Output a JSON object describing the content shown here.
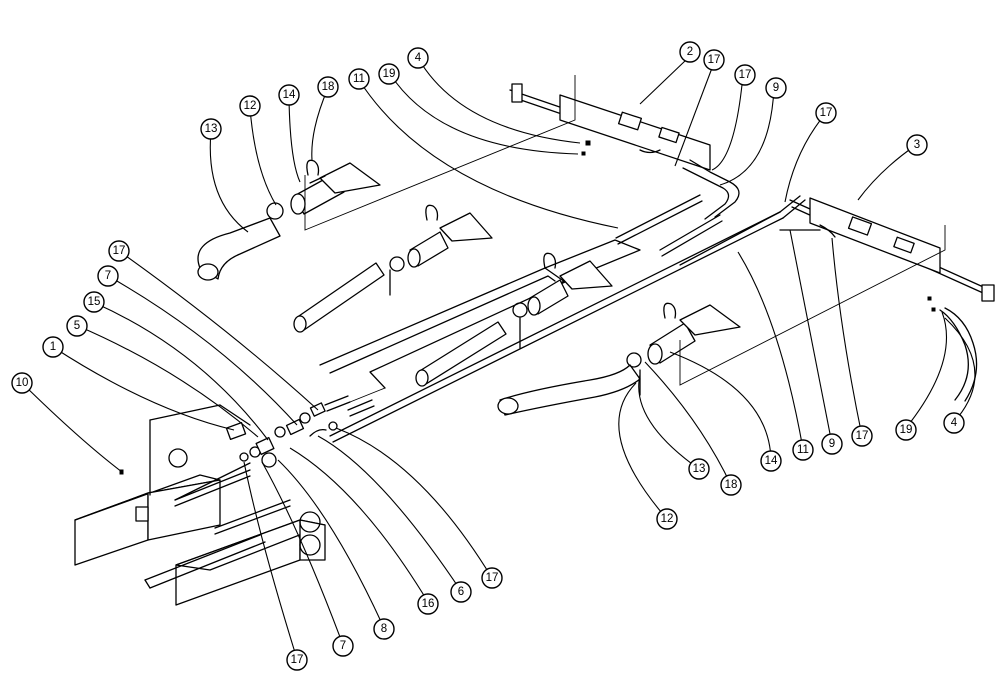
{
  "callouts": [
    {
      "id": "c2",
      "label": "2"
    },
    {
      "id": "c17a",
      "label": "17"
    },
    {
      "id": "c17b",
      "label": "17"
    },
    {
      "id": "c9a",
      "label": "9"
    },
    {
      "id": "c4a",
      "label": "4"
    },
    {
      "id": "c19a",
      "label": "19"
    },
    {
      "id": "c11a",
      "label": "11"
    },
    {
      "id": "c18a",
      "label": "18"
    },
    {
      "id": "c14a",
      "label": "14"
    },
    {
      "id": "c12a",
      "label": "12"
    },
    {
      "id": "c13a",
      "label": "13"
    },
    {
      "id": "c17c",
      "label": "17"
    },
    {
      "id": "c3",
      "label": "3"
    },
    {
      "id": "c17d",
      "label": "17"
    },
    {
      "id": "c7a",
      "label": "7"
    },
    {
      "id": "c15",
      "label": "15"
    },
    {
      "id": "c5",
      "label": "5"
    },
    {
      "id": "c1",
      "label": "1"
    },
    {
      "id": "c10",
      "label": "10"
    },
    {
      "id": "c12b",
      "label": "12"
    },
    {
      "id": "c13b",
      "label": "13"
    },
    {
      "id": "c18b",
      "label": "18"
    },
    {
      "id": "c14b",
      "label": "14"
    },
    {
      "id": "c11b",
      "label": "11"
    },
    {
      "id": "c9b",
      "label": "9"
    },
    {
      "id": "c17e",
      "label": "17"
    },
    {
      "id": "c19b",
      "label": "19"
    },
    {
      "id": "c4b",
      "label": "4"
    },
    {
      "id": "c17f",
      "label": "17"
    },
    {
      "id": "c6",
      "label": "6"
    },
    {
      "id": "c16",
      "label": "16"
    },
    {
      "id": "c8",
      "label": "8"
    },
    {
      "id": "c7b",
      "label": "7"
    },
    {
      "id": "c17g",
      "label": "17"
    }
  ]
}
